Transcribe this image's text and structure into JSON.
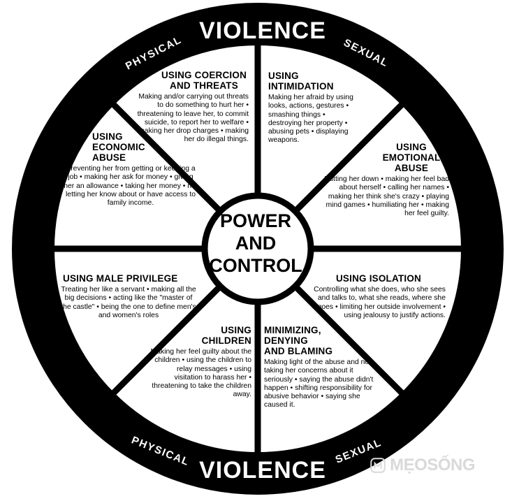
{
  "ring": {
    "top_label": "VIOLENCE",
    "top_left": "PHYSICAL",
    "top_right": "SEXUAL",
    "bottom_label": "VIOLENCE",
    "bottom_left": "PHYSICAL",
    "bottom_right": "SEXUAL"
  },
  "center": {
    "title": "POWER\nAND\nCONTROL"
  },
  "segments": {
    "coercion": {
      "title": "USING COERCION\nAND THREATS",
      "text": "Making and/or carrying out threats to do something to hurt her • threatening to leave her, to commit suicide, to report her to welfare • making her drop charges • making her do illegal things."
    },
    "intimidation": {
      "title": "USING\nINTIMIDATION",
      "text": "Making her afraid by using looks, actions, gestures • smashing things • destroying her property • abusing pets • displaying weapons."
    },
    "emotional": {
      "title": "USING\nEMOTIONAL\nABUSE",
      "text": "Putting her down • making her feel bad about herself • calling her names • making her think she's crazy • playing mind games • humiliating her • making her feel guilty."
    },
    "isolation": {
      "title": "USING ISOLATION",
      "text": "Controlling what she does, who she sees and talks to, what she reads, where she goes • limiting her outside involvement • using jealousy to justify actions."
    },
    "minimizing": {
      "title": "MINIMIZING,\nDENYING\nAND BLAMING",
      "text": "Making light of the abuse and not taking her concerns about it seriously • saying the abuse didn't happen • shifting responsibility for abusive behavior • saying she caused it."
    },
    "children": {
      "title": "USING\nCHILDREN",
      "text": "Making her feel guilty about the children • using the children to relay messages • using visitation to harass her • threatening to take the children away."
    },
    "male_privilege": {
      "title": "USING MALE PRIVILEGE",
      "text": "Treating her like a servant • making all the big decisions • acting like the \"master of the castle\" • being the one to define men's and women's roles"
    },
    "economic": {
      "title": "USING\nECONOMIC\nABUSE",
      "text": "Preventing her from getting or keeping a job • making her ask for money • giving her an allowance • taking her money • not letting her know about or have access to family income."
    }
  },
  "watermark": {
    "text": "MẸOSỐNG"
  },
  "colors": {
    "ring": "#000000",
    "background": "#ffffff",
    "watermark": "#d9d9d9"
  }
}
